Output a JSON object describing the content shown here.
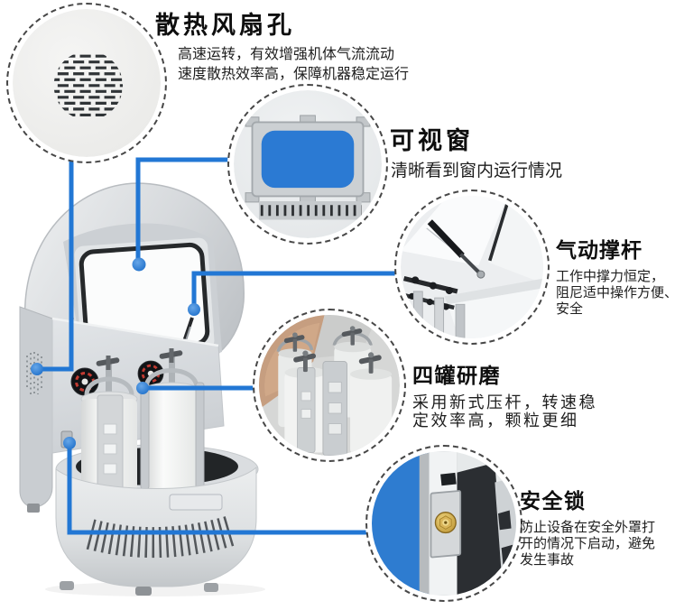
{
  "colors": {
    "accent_line": "#2277d4",
    "window_glass": "#2b7ad3",
    "title_text": "#0e0e0e",
    "desc_text": "#1e1e1e"
  },
  "callouts": [
    {
      "id": "fan-vent",
      "title": "散热风扇孔",
      "desc": [
        "高速运转，有效增强机体气流流动",
        "速度散热效率高，保障机器稳定运行"
      ]
    },
    {
      "id": "window",
      "title": "可视窗",
      "desc": [
        "清晰看到窗内运行情况"
      ]
    },
    {
      "id": "strut",
      "title": "气动撑杆",
      "desc": [
        "工作中撑力恒定，",
        "阻尼适中操作方便、",
        "安全"
      ]
    },
    {
      "id": "jars",
      "title": "四罐研磨",
      "desc": [
        "采用新式压杆，转速稳",
        "定效率高，颗粒更细"
      ]
    },
    {
      "id": "lock",
      "title": "安全锁",
      "desc": [
        "防止设备在安全外罩打",
        "开的情况下启动，避免",
        "发生事故"
      ]
    }
  ]
}
